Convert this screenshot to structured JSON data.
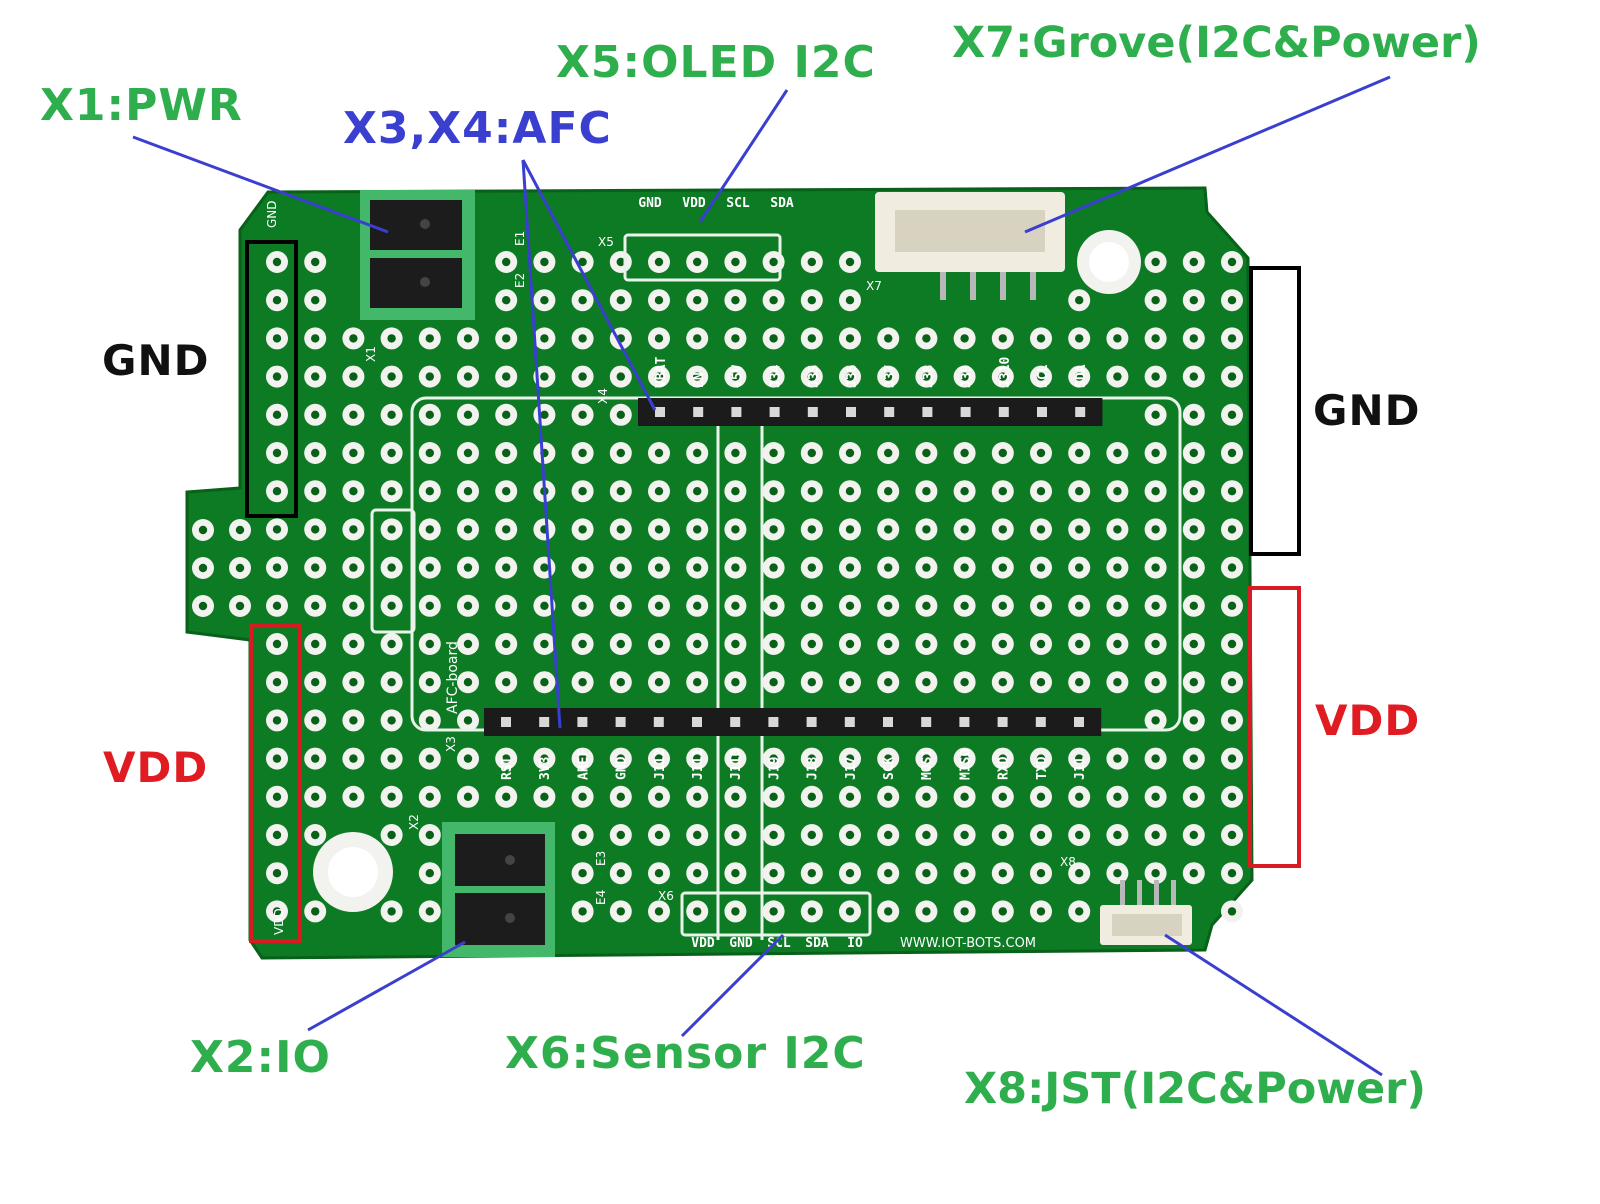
{
  "colors": {
    "board": "#0d7a24",
    "board_dark": "#086019",
    "pad": "#f2f2ee",
    "terminal": "#44b86a",
    "connector": "#f0ece0",
    "header": "#1b1b1b",
    "green_label": "#2fae4e",
    "blue_label": "#3a3fcf",
    "black_label": "#111111",
    "red_label": "#e01b22",
    "leader": "#3a3fcf",
    "gnd_box": "#000000",
    "vdd_box": "#d81b20"
  },
  "callouts": {
    "x1": "X1:PWR",
    "x3x4": "X3,X4:AFC",
    "x5": "X5:OLED I2C",
    "x7": "X7:Grove(I2C&Power)",
    "gnd_left": "GND",
    "gnd_right": "GND",
    "vdd_left": "VDD",
    "vdd_right": "VDD",
    "x2": "X2:IO",
    "x6": "X6:Sensor I2C",
    "x8": "X8:JST(I2C&Power)"
  },
  "silkscreen": {
    "x5_pins": [
      "GND",
      "VDD",
      "SCL",
      "SDA"
    ],
    "x6_pins": [
      "VDD",
      "GND",
      "SCL",
      "SDA",
      "IO"
    ],
    "top_header_pins": [
      "VBAT",
      "EN",
      "+5V",
      "J34",
      "J35",
      "J36",
      "J37",
      "J38",
      "J39",
      "J310",
      "SCL",
      "SDA"
    ],
    "bottom_header_pins": [
      "RST",
      "3V3",
      "AREF",
      "GND",
      "J112",
      "J111",
      "J110",
      "J19",
      "J18",
      "J17",
      "SCK",
      "MOSI",
      "MISO",
      "RXD",
      "TXD",
      "J11"
    ],
    "refs": {
      "x1": "X1",
      "x2": "X2",
      "x3": "X3",
      "x4": "X4",
      "x5": "X5",
      "x6": "X6",
      "x7": "X7",
      "x8": "X8",
      "e1": "E1",
      "e2": "E2",
      "e3": "E3",
      "e4": "E4"
    },
    "gnd_tag": "GND",
    "vdd_tag": "VDD",
    "board_name": "AFC-board",
    "url": "WWW.IOT-BOTS.COM"
  }
}
